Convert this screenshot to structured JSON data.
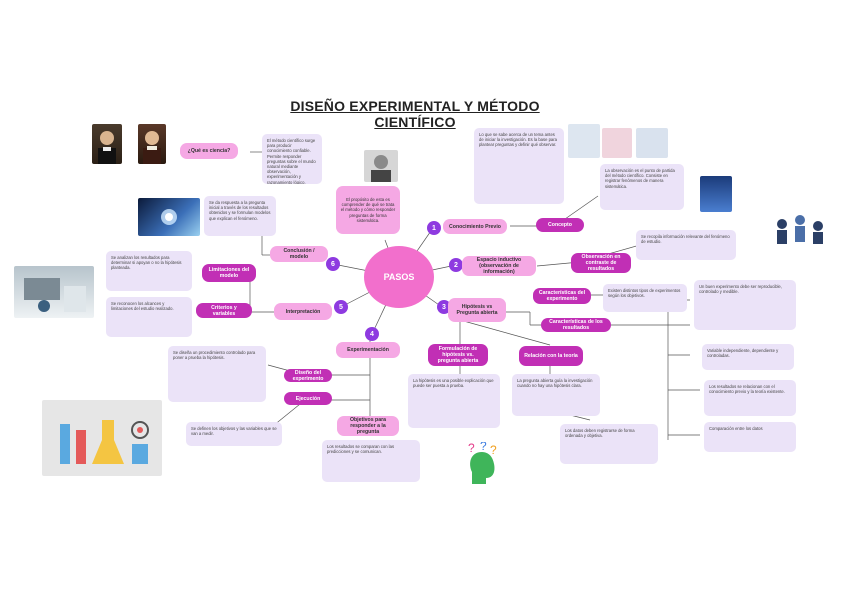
{
  "title": "DISEÑO EXPERIMENTAL Y MÉTODO CIENTÍFICO",
  "center": "PASOS",
  "steps": {
    "n1": "1",
    "n2": "2",
    "n3": "3",
    "n4": "4",
    "n5": "5",
    "n6": "6"
  },
  "nodes": {
    "que_es": "¿Qué es ciencia?",
    "conocimiento_previo": "Conocimiento Previo",
    "espacio_inductivo": "Espacio inductivo (observación de información)",
    "hipotesis": "Hipótesis vs Pregunta abierta",
    "experimentacion": "Experimentación",
    "interpretacion": "Interpretación",
    "conclusion": "Conclusión / modelo",
    "concepto": "Concepto",
    "observaciones": "Observación en contraste de resultados",
    "caracteristicas": "Características del experimento",
    "limitaciones": "Limitaciones del modelo",
    "caracteristicas_resultado": "Características de los resultados",
    "formulacion": "Formulación de hipótesis vs. pregunta abierta",
    "diseno_exp": "Diseño del experimento",
    "ejecucion": "Ejecución",
    "relacion_modelo": "Relación con la teoría",
    "objetivos": "Objetivos para responder a la pregunta",
    "comparacion": "Comparación entre los datos",
    "criterios": "Criterios y variables"
  },
  "texts": {
    "ciencia_def": "El método científico surge para producir conocimiento confiable. Permite responder preguntas sobre el mundo natural mediante observación, experimentación y razonamiento lógico.",
    "proposito": "El propósito de esta es comprender de qué se trata el método y cómo responder preguntas de forma sistemática.",
    "conclusion_txt": "Se da respuesta a la pregunta inicial a través de los resultados obtenidos y se formulan modelos que explican el fenómeno.",
    "conocimiento_txt": "Lo que se sabe acerca de un tema antes de iniciar la investigación. Es la base para plantear preguntas y definir qué observar.",
    "concepto_txt": "La observación es el punto de partida del método científico. Consiste en registrar fenómenos de manera sistemática.",
    "espacio_txt": "Se recopila información relevante del fenómeno de estudio.",
    "tipos_txt": "Existen distintos tipos de experimentos según los objetivos.",
    "interp_txt": "Se analizan los resultados para determinar si apoyan o no la hipótesis planteada.",
    "limit_txt": "Se reconocen los alcances y limitaciones del estudio realizado.",
    "exp_txt": "Se diseña un procedimiento controlado para poner a prueba la hipótesis.",
    "objetivos_txt": "Se definen los objetivos y las variables que se van a medir.",
    "hip_txt": "La hipótesis es una posible explicación que puede ser puesta a prueba.",
    "pregunta_txt": "La pregunta abierta guía la investigación cuando no hay una hipótesis clara.",
    "resultados_txt": "Los resultados se comparan con las predicciones y se comunican.",
    "carac_txt": "Un buen experimento debe ser reproducible, controlado y medible.",
    "variables_txt": "Variable independiente, dependiente y controladas.",
    "datos_txt": "Los datos deben registrarse de forma ordenada y objetiva.",
    "teoria_txt": "Los resultados se relacionan con el conocimiento previo y la teoría existente."
  },
  "colors": {
    "pink": "#f5a8e4",
    "magenta": "#c12fb5",
    "purple": "#8e3ae0",
    "lavender": "#ebe3f8",
    "line": "#555555"
  },
  "icons": [
    "scientist-portrait-icon",
    "lab-equipment-icon",
    "molecule-icon",
    "head-question-icon",
    "team-icon"
  ]
}
